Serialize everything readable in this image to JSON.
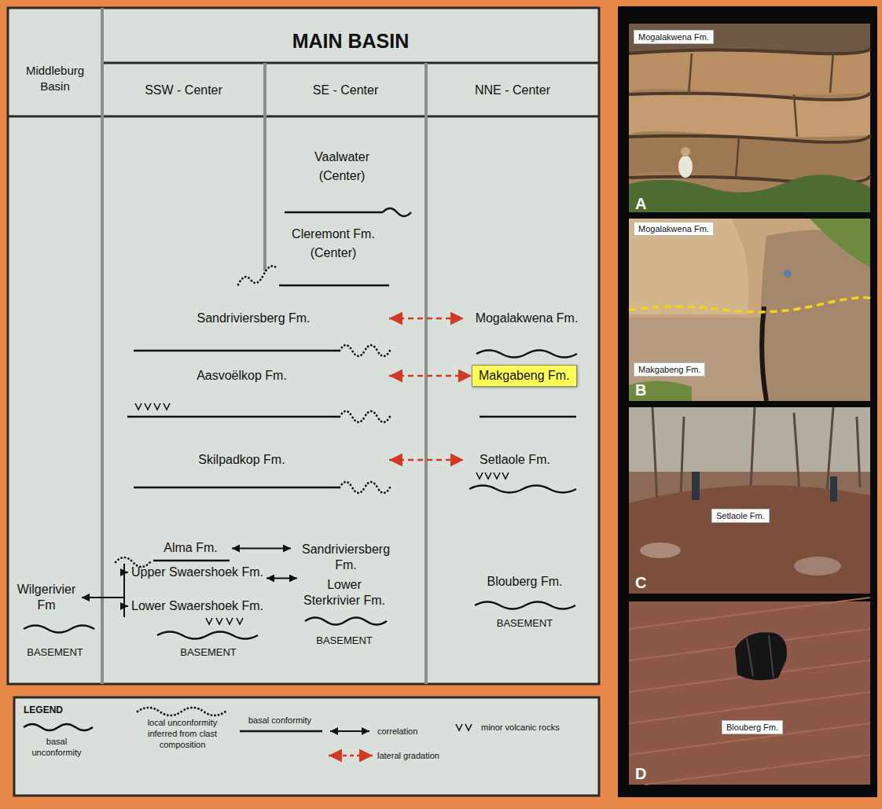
{
  "diagram": {
    "nodes": [
      {
        "text": [
          "Vaalwater (Center)"
        ]
      },
      {
        "text": [
          "Cleremont Fm. (Center)"
        ]
      },
      {
        "text": [
          "Sandriviersberg Fm."
        ]
      },
      {
        "text": [
          "Mogalakwena Fm."
        ]
      },
      {
        "text": [
          "Aasvoëlkop Fm."
        ]
      },
      {
        "text": [
          "Makgabeng Fm."
        ]
      },
      {
        "text": [
          "Skilpadkop Fm."
        ]
      },
      {
        "text": [
          "Setlaole Fm."
        ]
      },
      {
        "text": [
          "Alma Fm."
        ]
      },
      {
        "text": [
          "Sandriviersberg Fm."
        ]
      },
      {
        "text": [
          "Upper Swaershoek Fm."
        ]
      },
      {
        "text": [
          "Lower Sterkrivier Fm."
        ]
      },
      {
        "text": [
          "Wilgerivier Fm"
        ]
      },
      {
        "text": [
          "Lower Swaershoek Fm."
        ]
      },
      {
        "text": [
          "Blouberg Fm."
        ]
      },
      {
        "text": [
          "Mogalakwena Fm."
        ]
      },
      {
        "text": [
          "Mogalakwena Fm."
        ]
      },
      {
        "text": [
          "Makgabeng Fm."
        ]
      },
      {
        "text": [
          "Setlaole Fm."
        ]
      },
      {
        "text": [
          "Blouberg Fm."
        ]
      }
    ],
    "edges": [
      {
        "from": 2,
        "to": 3,
        "arrow": "both"
      },
      {
        "from": 4,
        "to": 5,
        "arrow": "both"
      },
      {
        "from": 6,
        "to": 7,
        "arrow": "both"
      },
      {
        "from": 8,
        "to": 9,
        "arrow": "both"
      },
      {
        "from": 10,
        "to": 11,
        "arrow": "both"
      },
      {
        "from": 12,
        "to": 10,
        "arrow": "both"
      },
      {
        "from": 12,
        "to": 13,
        "arrow": "both"
      }
    ],
    "labels": [
      "MAIN BASIN",
      "Middleburg Basin",
      "SSW - Center",
      "SE - Center",
      "NNE - Center",
      "BASEMENT",
      "BASEMENT",
      "BASEMENT",
      "BASEMENT",
      "LEGEND",
      "A",
      "B",
      "C",
      "D"
    ],
    "legend": [
      {
        "text": "basal unconformity"
      },
      {
        "text": "local unconformity inferred from clast composition"
      },
      {
        "text": "basal conformity"
      },
      {
        "text": "correlation"
      },
      {
        "text": "minor volcanic rocks"
      },
      {
        "text": "lateral gradation"
      }
    ]
  }
}
